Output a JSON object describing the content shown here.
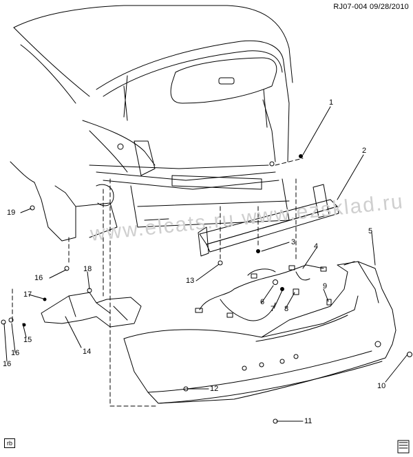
{
  "header": {
    "code": "RJ07-004  09/28/2010"
  },
  "watermark": "www.elcats.ru     www.ezsklad.ru",
  "footer_tag": "rb",
  "callouts": [
    {
      "id": "c1",
      "label": "1"
    },
    {
      "id": "c2",
      "label": "2"
    },
    {
      "id": "c3",
      "label": "3"
    },
    {
      "id": "c4",
      "label": "4"
    },
    {
      "id": "c5",
      "label": "5"
    },
    {
      "id": "c6",
      "label": "6"
    },
    {
      "id": "c7",
      "label": "7"
    },
    {
      "id": "c8",
      "label": "8"
    },
    {
      "id": "c9",
      "label": "9"
    },
    {
      "id": "c10",
      "label": "10"
    },
    {
      "id": "c11",
      "label": "11"
    },
    {
      "id": "c12",
      "label": "12"
    },
    {
      "id": "c13",
      "label": "13"
    },
    {
      "id": "c14",
      "label": "14"
    },
    {
      "id": "c15",
      "label": "15"
    },
    {
      "id": "c16a",
      "label": "16"
    },
    {
      "id": "c16b",
      "label": "16"
    },
    {
      "id": "c16c",
      "label": "16"
    },
    {
      "id": "c17",
      "label": "17"
    },
    {
      "id": "c18",
      "label": "18"
    },
    {
      "id": "c19",
      "label": "19"
    }
  ],
  "colors": {
    "line": "#000000",
    "watermark": "#cfcfcf"
  },
  "icons": [
    "book-icon"
  ]
}
